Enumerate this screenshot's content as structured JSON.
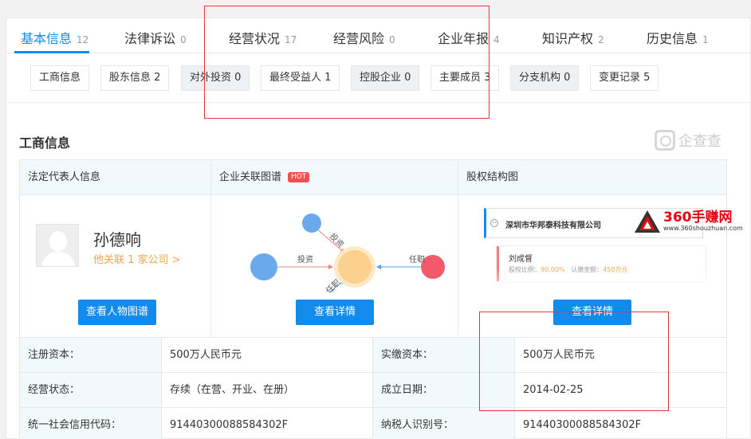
{
  "tabs": [
    {
      "label": "基本信息",
      "count": "12"
    },
    {
      "label": "法律诉讼",
      "count": "0"
    },
    {
      "label": "经营状况",
      "count": "17"
    },
    {
      "label": "经营风险",
      "count": "0"
    },
    {
      "label": "企业年报",
      "count": "4"
    },
    {
      "label": "知识产权",
      "count": "2"
    },
    {
      "label": "历史信息",
      "count": "1"
    }
  ],
  "subnav": [
    {
      "label": "工商信息"
    },
    {
      "label": "股东信息 2"
    },
    {
      "label": "对外投资 0"
    },
    {
      "label": "最终受益人 1"
    },
    {
      "label": "控股企业 0"
    },
    {
      "label": "主要成员 3"
    },
    {
      "label": "分支机构 0"
    },
    {
      "label": "变更记录 5"
    }
  ],
  "section": {
    "title": "工商信息",
    "logo_text": "企查查"
  },
  "panel": {
    "legal": {
      "header": "法定代表人信息",
      "name": "孙德响",
      "link": "他关联 1 家公司 >",
      "button": "查看人物图谱"
    },
    "graph": {
      "header": "企业关联图谱",
      "hot": "HOT",
      "button": "查看详情",
      "labels": {
        "invest_top": "投资",
        "invest_left": "投资",
        "job_bottom": "任职",
        "job_right": "任职"
      }
    },
    "equity": {
      "header": "股权结构图",
      "company": "深圳市华邦泰科技有限公司",
      "person": "刘成督",
      "ratio_label": "股权比例：",
      "ratio": "90.00%",
      "sub_label": "认缴金额：",
      "sub_amount": "450万元",
      "button": "查看详情"
    }
  },
  "watermark": {
    "title": "360手赚网",
    "url": "www.360shouzhuan.com"
  },
  "table": [
    {
      "l1": "注册资本：",
      "v1": "500万人民币元",
      "l2": "实缴资本：",
      "v2": "500万人民币元"
    },
    {
      "l1": "经营状态：",
      "v1": "存续（在营、开业、在册）",
      "l2": "成立日期：",
      "v2": "2014-02-25"
    },
    {
      "l1": "统一社会信用代码：",
      "v1": "91440300088584302F",
      "l2": "纳税人识别号：",
      "v2": "91440300088584302F"
    }
  ],
  "colors": {
    "accent": "#128bed",
    "hot": "#f04f4f",
    "link": "#f0a54b",
    "highlight_box": "#ee3333"
  }
}
